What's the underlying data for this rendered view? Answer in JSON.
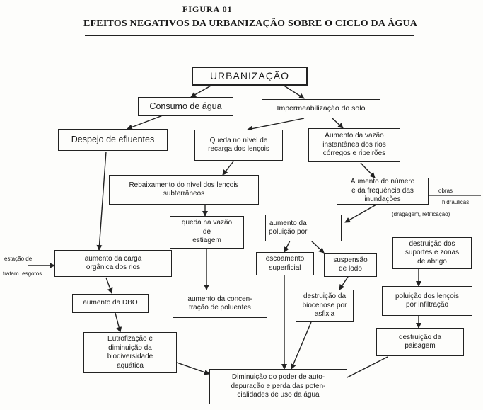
{
  "figure": {
    "label": "FIGURA 01",
    "title": "EFEITOS NEGATIVOS DA URBANIZAÇÃO SOBRE O CICLO DA ÁGUA"
  },
  "nodes": {
    "urbanizacao": "URBANIZAÇÃO",
    "consumo": "Consumo de água",
    "impermeabilizacao": "Impermeabilização do solo",
    "despejo": "Despejo de efluentes",
    "queda_nivel": "Queda no nível de\nrecarga dos lençois",
    "aumento_vazao": "Aumento da vazão\ninstantânea dos rios\ncórregos e ribeirões",
    "rebaixamento": "Rebaixamento do nível dos lençois\nsubterrâneos",
    "aumento_inundacoes": "Aumento do número\ne da frequência das\ninundações",
    "queda_vazao_estiagem": "queda na vazão\nde\nestiagem",
    "aumento_poluicao": "aumento da\npoluição por",
    "aumento_carga": "aumento da carga\norgânica dos rios",
    "escoamento": "escoamento\nsuperficial",
    "suspensao": "suspensão\nde lodo",
    "destruicao_suportes": "destruição dos\nsuportes e zonas\nde abrigo",
    "aumento_dbo": "aumento da DBO",
    "aumento_poluentes": "aumento da concen-\ntração de poluentes",
    "destruicao_biocenose": "destruição da\nbiocenose por\nasfixia",
    "poluicao_lencois": "poluição dos lençois\npor infiltração",
    "eutrofizacao": "Eutrofização e\ndiminuição da\nbiodiversidade\naquática",
    "destruicao_paisagem": "destruição da\npaisagem",
    "diminuicao_poder": "Diminuição do poder de auto-\ndepuração e perda das poten-\ncialidades de uso da água"
  },
  "side_labels": {
    "estacao_line1": "estação de",
    "estacao_line2": "tratam. esgotos",
    "obras_line1": "obras",
    "obras_line2": "hidráulicas",
    "dragagem": "(dragagem, retificação)"
  }
}
